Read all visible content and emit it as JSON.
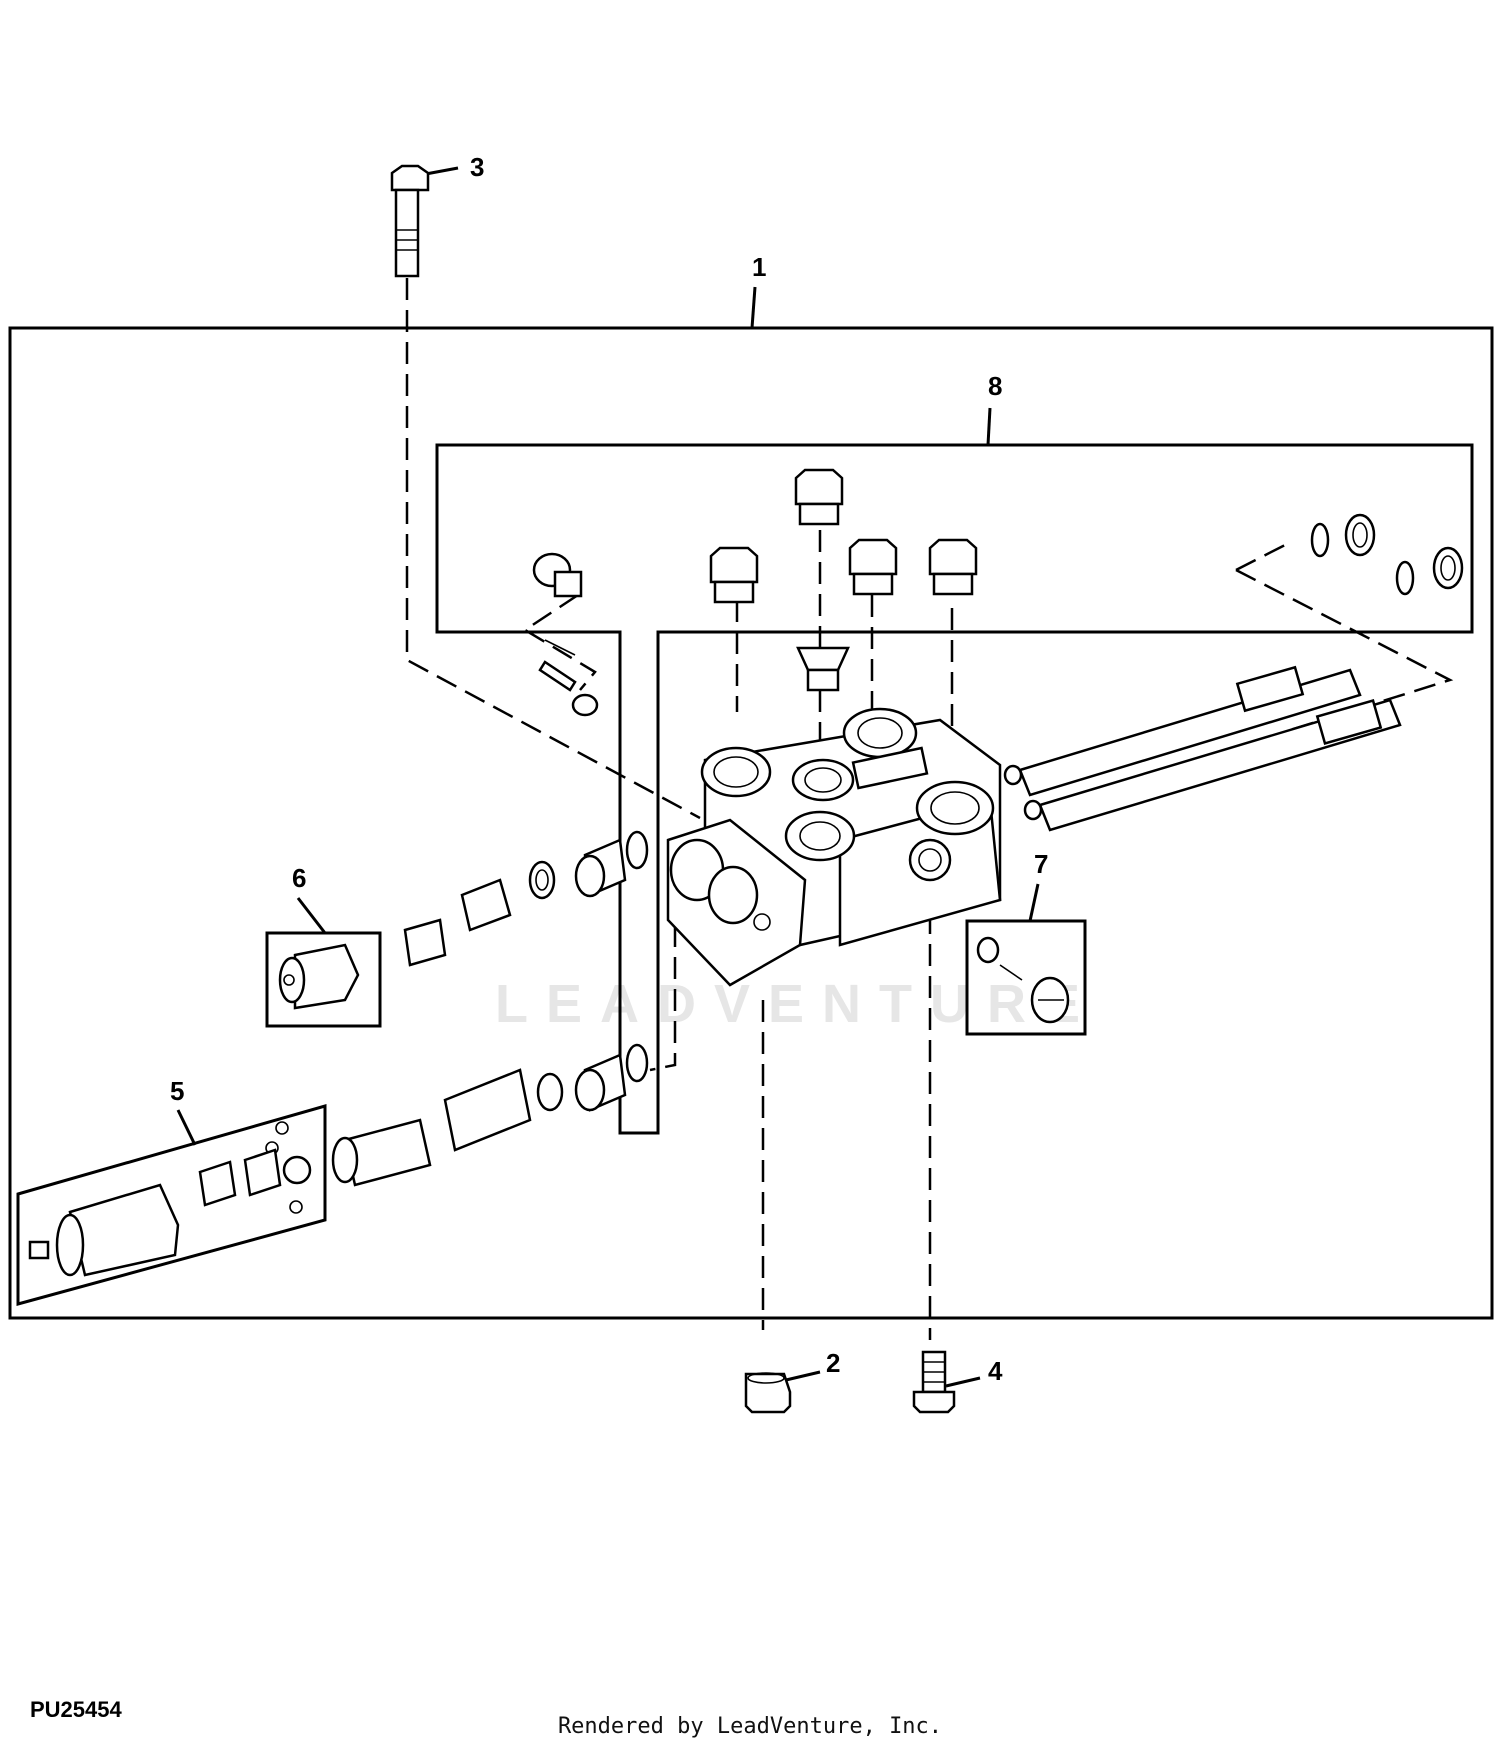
{
  "figure": {
    "id": "PU25454",
    "credit": "Rendered by LeadVenture, Inc.",
    "watermark": "LEADVENTURE"
  },
  "callouts": [
    {
      "id": "1",
      "label": "1"
    },
    {
      "id": "2",
      "label": "2"
    },
    {
      "id": "3",
      "label": "3"
    },
    {
      "id": "4",
      "label": "4"
    },
    {
      "id": "5",
      "label": "5"
    },
    {
      "id": "6",
      "label": "6"
    },
    {
      "id": "7",
      "label": "7"
    },
    {
      "id": "8",
      "label": "8"
    }
  ]
}
